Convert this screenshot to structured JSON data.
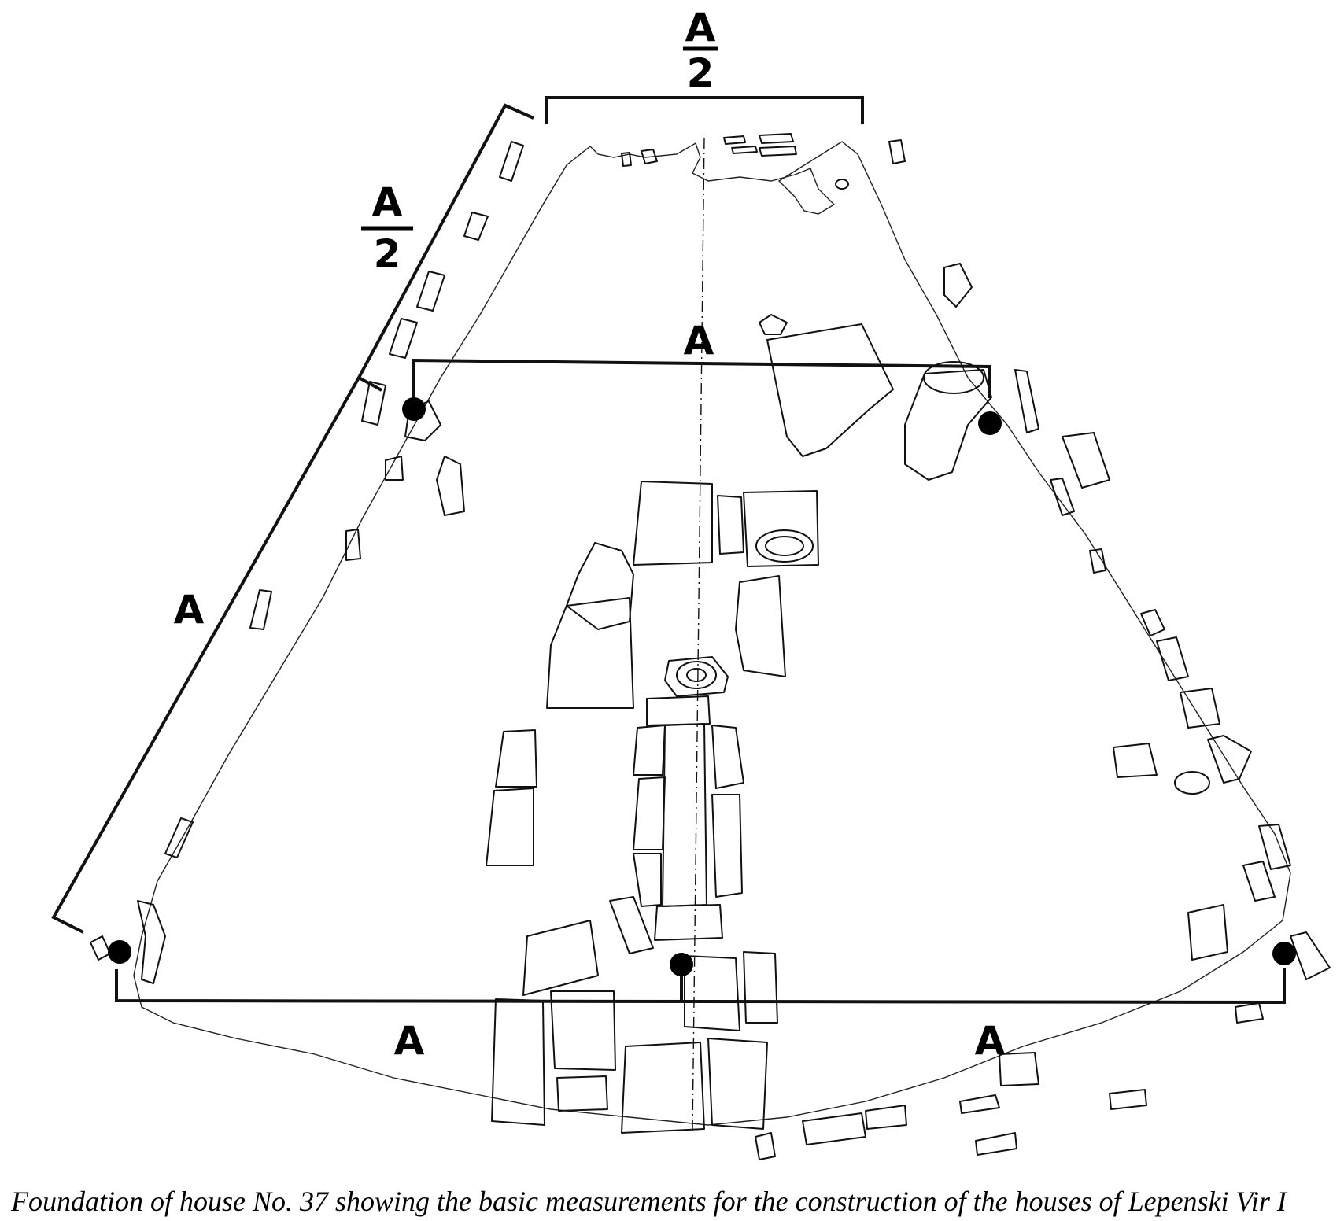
{
  "labels": {
    "top_fraction_numerator": "A",
    "top_fraction_denominator": "2",
    "left_fraction_numerator": "A",
    "left_fraction_denominator": "2",
    "middle_width": "A",
    "left_side": "A",
    "bottom_left": "A",
    "bottom_right": "A"
  },
  "caption": "Foundation of house No. 37 showing the basic measurements for the construction of the houses of Lepenski Vir I",
  "colors": {
    "ink": "#000000",
    "background": "#ffffff"
  }
}
